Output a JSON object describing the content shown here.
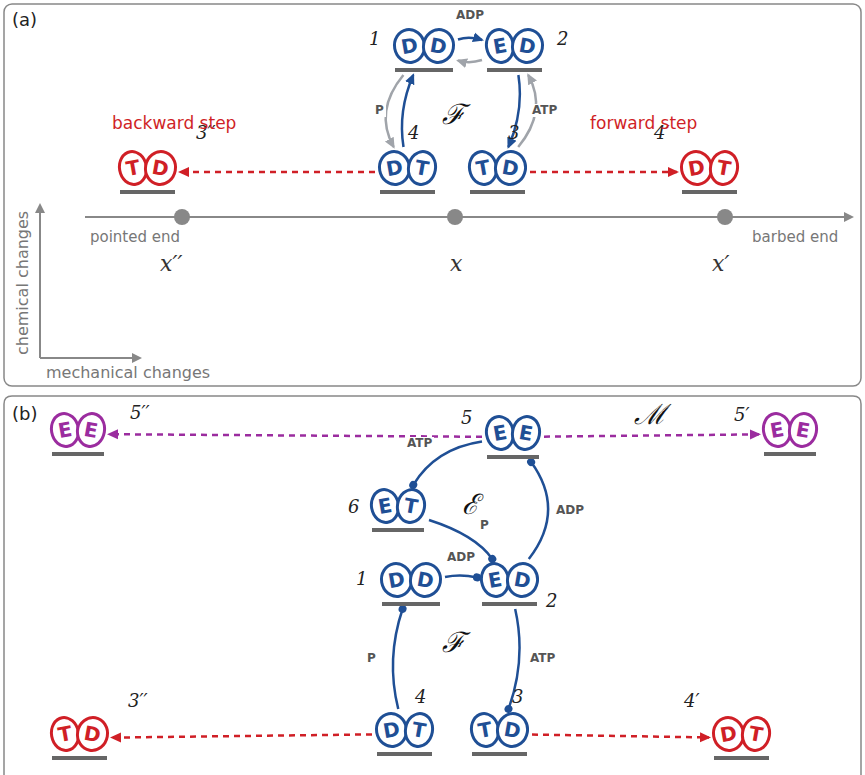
{
  "diagram": {
    "nodes": [
      {
        "text": [
          "1",
          "D",
          "D"
        ]
      },
      {
        "text": [
          "2",
          "E",
          "D"
        ]
      },
      {
        "text": [
          "3",
          "T",
          "D"
        ]
      },
      {
        "text": [
          "4",
          "D",
          "T"
        ]
      },
      {
        "text": [
          "3′′",
          "T",
          "D"
        ]
      },
      {
        "text": [
          "4′",
          "D",
          "T"
        ]
      },
      {
        "text": [
          "5′′",
          "E",
          "E"
        ]
      },
      {
        "text": [
          "5",
          "E",
          "E"
        ]
      },
      {
        "text": [
          "5′",
          "E",
          "E"
        ]
      },
      {
        "text": [
          "6",
          "E",
          "T"
        ]
      },
      {
        "text": [
          "1",
          "D",
          "D"
        ]
      },
      {
        "text": [
          "2",
          "E",
          "D"
        ]
      },
      {
        "text": [
          "4",
          "D",
          "T"
        ]
      },
      {
        "text": [
          "3",
          "T",
          "D"
        ]
      },
      {
        "text": [
          "3′′",
          "T",
          "D"
        ]
      },
      {
        "text": [
          "4′",
          "D",
          "T"
        ]
      }
    ],
    "edges": [
      {
        "from": 0,
        "to": 1,
        "arrow": "to",
        "label": "ADP"
      },
      {
        "from": 1,
        "to": 0,
        "arrow": "to"
      },
      {
        "from": 1,
        "to": 2,
        "arrow": "to",
        "label": "ATP"
      },
      {
        "from": 2,
        "to": 1,
        "arrow": "to"
      },
      {
        "from": 3,
        "to": 0,
        "arrow": "to",
        "label": "P"
      },
      {
        "from": 0,
        "to": 3,
        "arrow": "to"
      },
      {
        "from": 2,
        "to": 5,
        "arrow": "to"
      },
      {
        "from": 3,
        "to": 4,
        "arrow": "to"
      },
      {
        "from": 7,
        "to": 6,
        "arrow": "to"
      },
      {
        "from": 7,
        "to": 8,
        "arrow": "to"
      },
      {
        "from": 10,
        "to": 11,
        "arrow": "to",
        "label": "ADP"
      },
      {
        "from": 11,
        "to": 7,
        "arrow": "to",
        "label": "ADP"
      },
      {
        "from": 7,
        "to": 9,
        "arrow": "to",
        "label": "ATP"
      },
      {
        "from": 9,
        "to": 11,
        "arrow": "to",
        "label": "P"
      },
      {
        "from": 11,
        "to": 13,
        "arrow": "to",
        "label": "ATP"
      },
      {
        "from": 12,
        "to": 10,
        "arrow": "to",
        "label": "P"
      },
      {
        "from": 13,
        "to": 15,
        "arrow": "to"
      },
      {
        "from": 12,
        "to": 14,
        "arrow": "to"
      }
    ],
    "labels": [
      "(a)",
      "backward step",
      "forward step",
      "ℱ",
      "pointed end",
      "barbed end",
      "x′′",
      "x",
      "x′",
      "chemical changes",
      "mechanical changes",
      "(b)",
      "ℳ",
      "ℰ",
      "ℱ"
    ]
  }
}
